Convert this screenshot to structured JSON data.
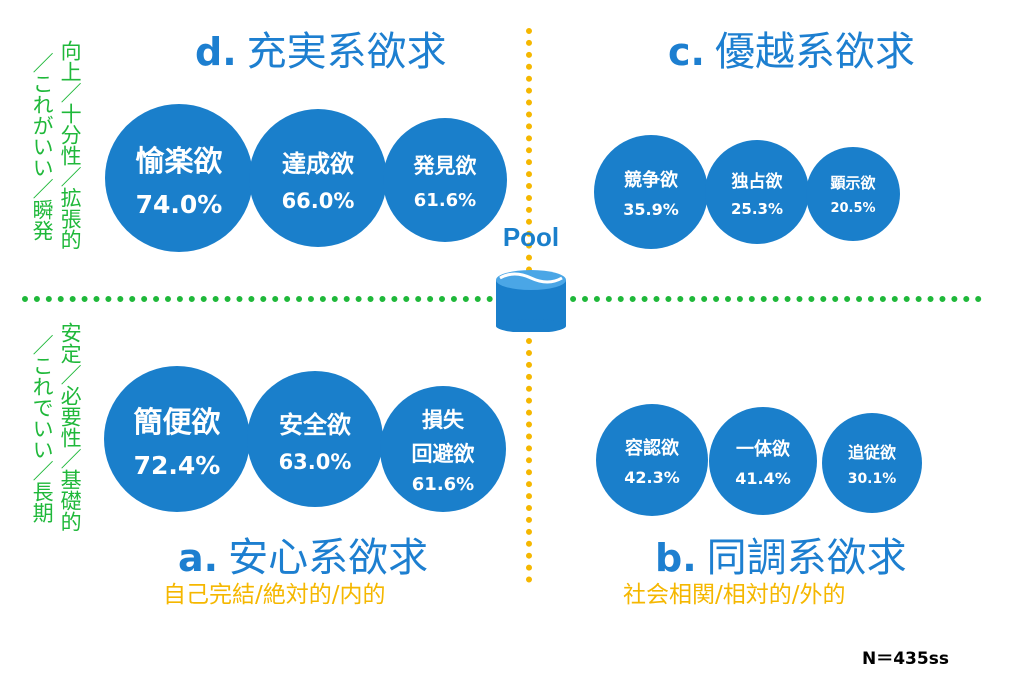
{
  "quadrants": {
    "d": {
      "letter": "d.",
      "title": "充実系欲求",
      "color": "#1d7fd0",
      "items": [
        {
          "label": "愉楽欲",
          "value": "74.0%"
        },
        {
          "label": "達成欲",
          "value": "66.0%"
        },
        {
          "label": "発見欲",
          "value": "61.6%"
        }
      ]
    },
    "c": {
      "letter": "c.",
      "title": "優越系欲求",
      "color": "#1d7fd0",
      "items": [
        {
          "label": "競争欲",
          "value": "35.9%"
        },
        {
          "label": "独占欲",
          "value": "25.3%"
        },
        {
          "label": "顕示欲",
          "value": "20.5%"
        }
      ]
    },
    "a": {
      "letter": "a.",
      "title": "安心系欲求",
      "subtitle": "自己完結/絶対的/内的",
      "items": [
        {
          "label": "簡便欲",
          "value": "72.4%"
        },
        {
          "label": "安全欲",
          "value": "63.0%"
        },
        {
          "label1": "損失",
          "label2": "回避欲",
          "value": "61.6%"
        }
      ]
    },
    "b": {
      "letter": "b.",
      "title": "同調系欲求",
      "subtitle": "社会相関/相対的/外的",
      "items": [
        {
          "label": "容認欲",
          "value": "42.3%"
        },
        {
          "label": "一体欲",
          "value": "41.4%"
        },
        {
          "label": "追従欲",
          "value": "30.1%"
        }
      ]
    }
  },
  "side_labels": {
    "top": [
      "向上／十分性／拡張的",
      "／これがいい／瞬発"
    ],
    "bottom": [
      "安定／必要性／基礎的",
      "／これでいい／長期"
    ]
  },
  "logo_text": "Pool",
  "note": "N＝435ss",
  "colors": {
    "circle": "#1a7fcb",
    "accent_title": "#1d7fd0",
    "axis_v": "#f5b700",
    "axis_h": "#1fb83a"
  }
}
